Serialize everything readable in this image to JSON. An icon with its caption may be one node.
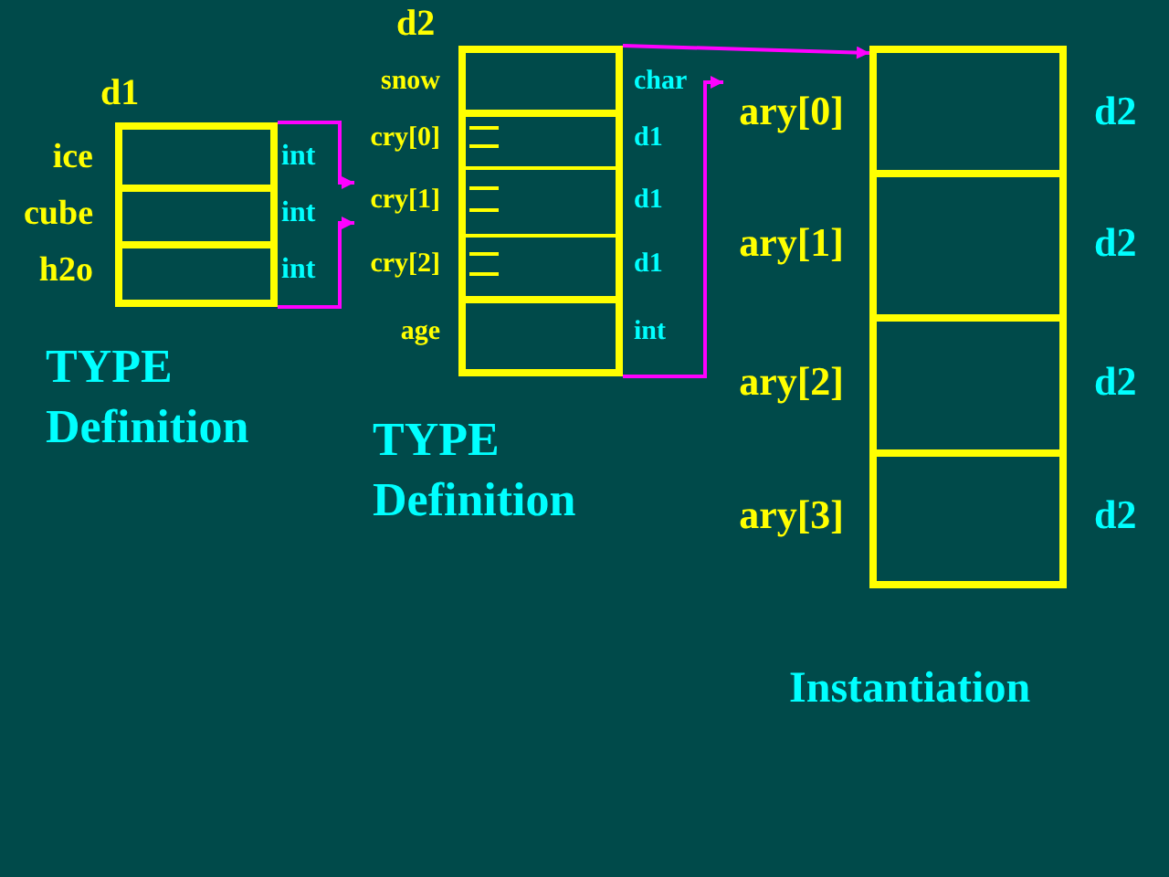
{
  "diagram": {
    "nodes": [
      {
        "text": [
          "d1"
        ]
      },
      {
        "text": [
          "ice",
          "int"
        ],
        "in": 0
      },
      {
        "text": [
          "cube",
          "int"
        ],
        "in": 0
      },
      {
        "text": [
          "h2o",
          "int"
        ],
        "in": 0
      },
      {
        "text": [
          "d2"
        ]
      },
      {
        "text": [
          "snow",
          "char"
        ],
        "in": 4
      },
      {
        "text": [
          "cry[0]",
          "d1"
        ],
        "in": 4
      },
      {
        "text": [
          "cry[1]",
          "d1"
        ],
        "in": 4
      },
      {
        "text": [
          "cry[2]",
          "d1"
        ],
        "in": 4
      },
      {
        "text": [
          "age",
          "int"
        ],
        "in": 4
      },
      {
        "text": [],
        "shape": "box"
      },
      {
        "text": [
          "ary[0]",
          "d2"
        ],
        "in": 10
      },
      {
        "text": [
          "ary[1]",
          "d2"
        ],
        "in": 10
      },
      {
        "text": [
          "ary[2]",
          "d2"
        ],
        "in": 10
      },
      {
        "text": [
          "ary[3]",
          "d2"
        ],
        "in": 10
      }
    ],
    "edges": [
      {
        "from": 0,
        "to": 7,
        "arrow": "to"
      },
      {
        "from": 0,
        "to": 7,
        "arrow": "to"
      },
      {
        "from": 4,
        "to": 11,
        "arrow": "to"
      },
      {
        "from": 4,
        "to": 11,
        "arrow": "to"
      }
    ],
    "labels": [
      "TYPE Definition",
      "TYPE Definition",
      "Instantiation"
    ]
  }
}
